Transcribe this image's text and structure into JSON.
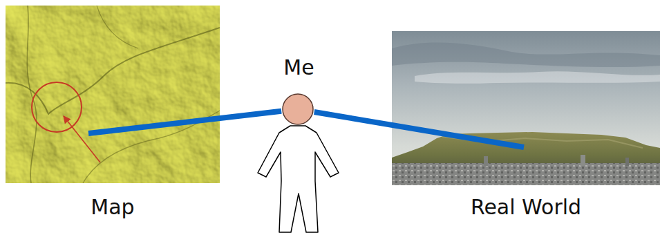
{
  "diagram": {
    "nodes": [
      {
        "text": [
          "Map"
        ]
      },
      {
        "text": [
          "Me"
        ]
      },
      {
        "text": [
          "Real World"
        ]
      }
    ],
    "edges": [
      {
        "from": 0,
        "to": 1,
        "arrow": "none"
      },
      {
        "from": 1,
        "to": 2,
        "arrow": "none"
      }
    ]
  }
}
